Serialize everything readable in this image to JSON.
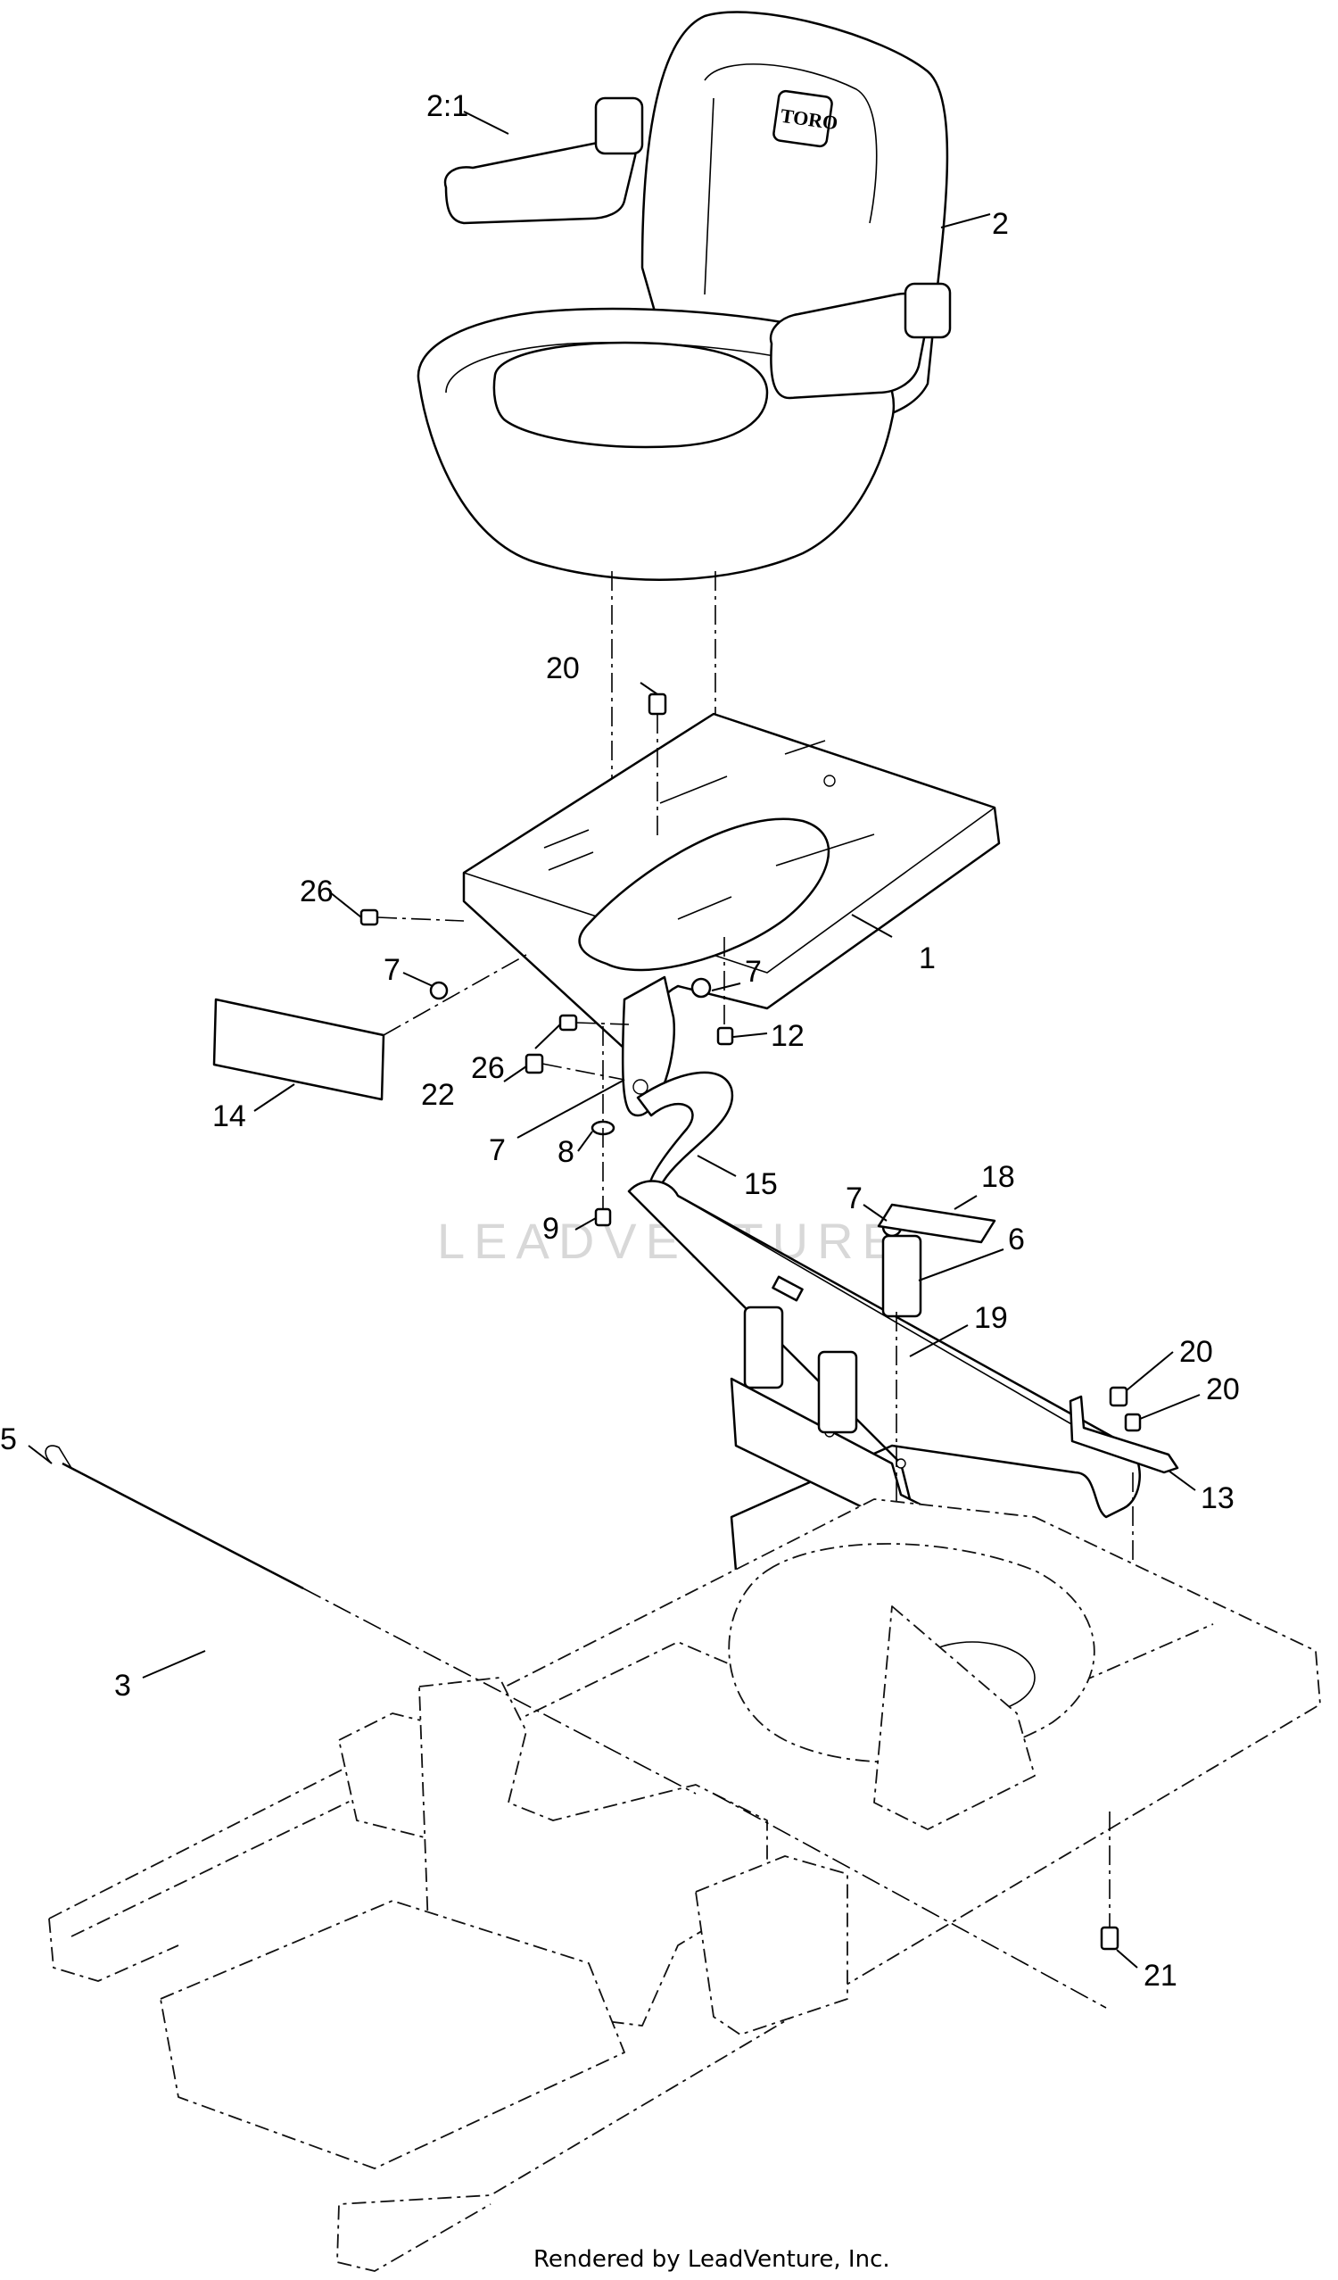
{
  "diagram": {
    "watermark": "LEADVENTURE",
    "footer": "Rendered by LeadVenture, Inc.",
    "seat_logo": "TORO",
    "callouts": {
      "c2_1": "2:1",
      "c2": "2",
      "c20a": "20",
      "c26a": "26",
      "c1": "1",
      "c7a": "7",
      "c7b": "7",
      "c12": "12",
      "c26b": "26",
      "c22": "22",
      "c14": "14",
      "c7c": "7",
      "c8": "8",
      "c15": "15",
      "c9": "9",
      "c7d": "7",
      "c18": "18",
      "c6": "6",
      "c19": "19",
      "c20b": "20",
      "c20c": "20",
      "c13": "13",
      "c5": "5",
      "c3": "3",
      "c21": "21"
    }
  }
}
